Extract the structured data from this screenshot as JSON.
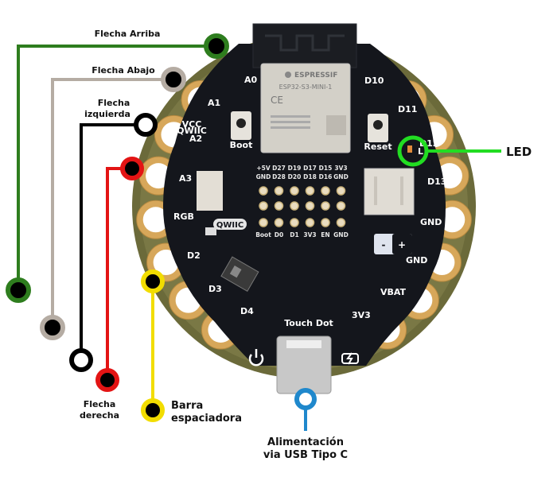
{
  "board": {
    "name": "Touch Dot",
    "module_brand": "ESPRESSIF",
    "module_model": "ESP32-S3-MINI-1",
    "boot_button": "Boot",
    "reset_button": "Reset",
    "qwiic_logo": "QWIIC",
    "qwiic_power": [
      "VCC",
      "QWIIC"
    ],
    "led_marker": "L",
    "battery_minus": "-",
    "battery_plus": "+",
    "left_pins": [
      "A0",
      "A1",
      "A2",
      "A3",
      "RGB",
      "D2",
      "D3",
      "D4"
    ],
    "right_pins": [
      "D10",
      "D11",
      "D12",
      "D13",
      "GND",
      "GND",
      "VBAT",
      "3V3"
    ],
    "header_top_row1": [
      "+5V",
      "D27",
      "D19",
      "D17",
      "D15",
      "3V3"
    ],
    "header_top_row2": [
      "GND",
      "D28",
      "D20",
      "D18",
      "D16",
      "GND"
    ],
    "header_bottom": [
      "Boot",
      "D0",
      "D1",
      "3V3",
      "EN",
      "GND"
    ]
  },
  "callouts": {
    "up_arrow": {
      "text": "Flecha Arriba",
      "color": "#2e7d1e"
    },
    "down_arrow": {
      "text": "Flecha Abajo",
      "color": "#b5aca3"
    },
    "left_arrow": {
      "line1": "Flecha",
      "line2": "izquierda",
      "color": "#000000"
    },
    "right_arrow": {
      "line1": "Flecha",
      "line2": "derecha",
      "color": "#e31414"
    },
    "spacebar": {
      "line1": "Barra",
      "line2": "espaciadora",
      "color": "#f2dd00"
    },
    "led": {
      "text": "LED",
      "color": "#22dd22"
    },
    "power": {
      "line1": "Alimentación",
      "line2": "via USB Tipo C",
      "color": "#1f88cc"
    }
  }
}
